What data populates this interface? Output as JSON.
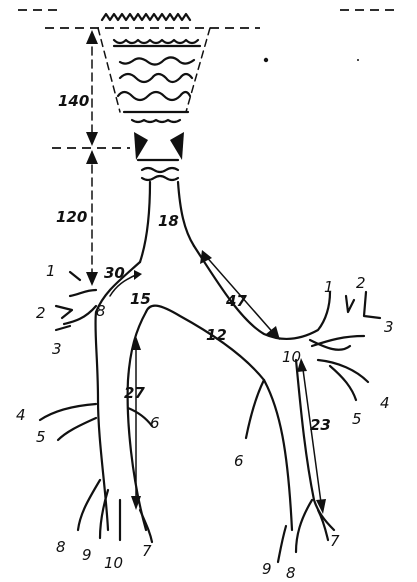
{
  "measurements": {
    "larynx_length": "140",
    "trachea_length": "120",
    "trachea_diameter": "18",
    "bifurcation_angle_left": "30",
    "bifurcation_angle_right": "15",
    "right_main_bronchus_length": "27",
    "left_main_bronchus_length": "47",
    "left_main_bronchus_diameter": "12",
    "left_lower_lobe_bronchus_length": "23"
  },
  "right_lung_segments": [
    "1",
    "2",
    "8",
    "3",
    "4",
    "5",
    "6",
    "8",
    "9",
    "10",
    "7"
  ],
  "left_lung_segments": [
    "1",
    "2",
    "3",
    "10",
    "4",
    "5",
    "6",
    "7",
    "9",
    "8"
  ]
}
